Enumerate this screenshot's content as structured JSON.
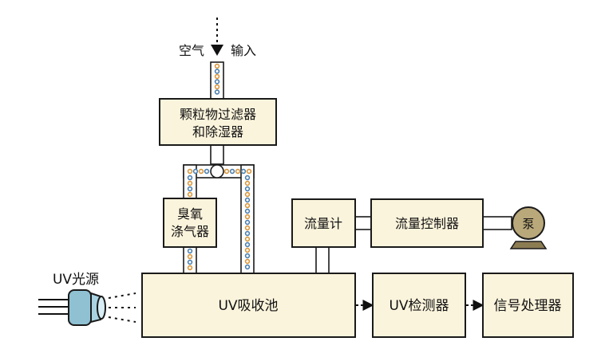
{
  "inlet": {
    "left": "空气",
    "right": "输入"
  },
  "boxes": {
    "filter_line1": "颗粒物过滤器",
    "filter_line2": "和除湿器",
    "ozone_line1": "臭氧",
    "ozone_line2": "涤气器",
    "flowmeter": "流量计",
    "flow_controller": "流量控制器",
    "pump": "泵",
    "uv_source": "UV光源",
    "absorption_cell": "UV吸收池",
    "detector": "UV检测器",
    "signal_processor": "信号处理器"
  },
  "colors": {
    "box_fill": "#fbf4dc",
    "dot_blue": "#4a7fb0",
    "dot_orange": "#d9963a",
    "lamp": "#8fc1d3",
    "pump": "#b9a87a"
  }
}
